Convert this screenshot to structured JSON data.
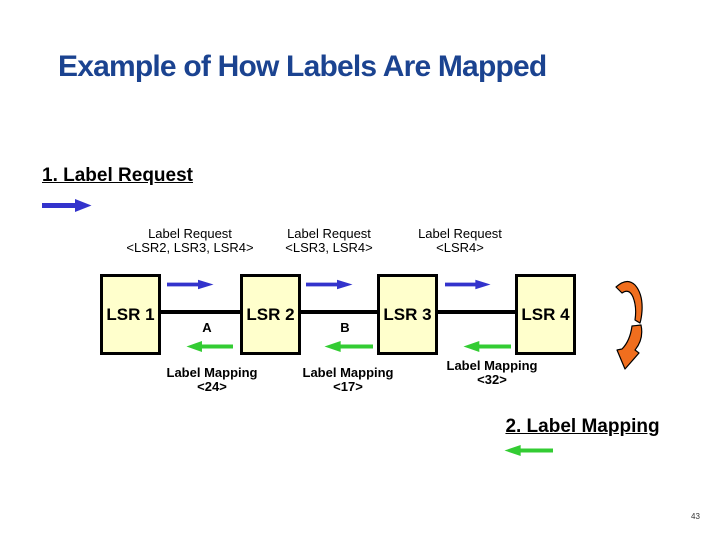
{
  "slide": {
    "title": "Example of How Labels Are Mapped",
    "page_number": "43"
  },
  "colors": {
    "title_text": "#1B4390",
    "request_arrow": "#3333CC",
    "mapping_arrow": "#33CC33",
    "node_fill": "#FFFFCC",
    "node_border": "#000000",
    "curved_arrow": "#F06E1E"
  },
  "icons": {
    "request_arrow": "blue-right-arrow",
    "mapping_arrow": "green-left-arrow",
    "curved_arrow": "orange-curved-down-arrow"
  },
  "steps": {
    "step1_label": "1. Label Request",
    "step2_label": "2. Label Mapping"
  },
  "request_messages": [
    {
      "line1": "Label Request",
      "line2": "<LSR2, LSR3, LSR4>"
    },
    {
      "line1": "Label Request",
      "line2": "<LSR3, LSR4>"
    },
    {
      "line1": "Label Request",
      "line2": "<LSR4>"
    }
  ],
  "nodes": [
    {
      "label": "LSR 1"
    },
    {
      "label": "LSR 2"
    },
    {
      "label": "LSR 3"
    },
    {
      "label": "LSR 4"
    }
  ],
  "link_labels": {
    "link1": "A",
    "link2": "B"
  },
  "mapping_messages": [
    {
      "line1": "Label Mapping",
      "line2": "<24>"
    },
    {
      "line1": "Label Mapping",
      "line2": "<17>"
    },
    {
      "line1": "Label Mapping",
      "line2": "<32>"
    }
  ]
}
